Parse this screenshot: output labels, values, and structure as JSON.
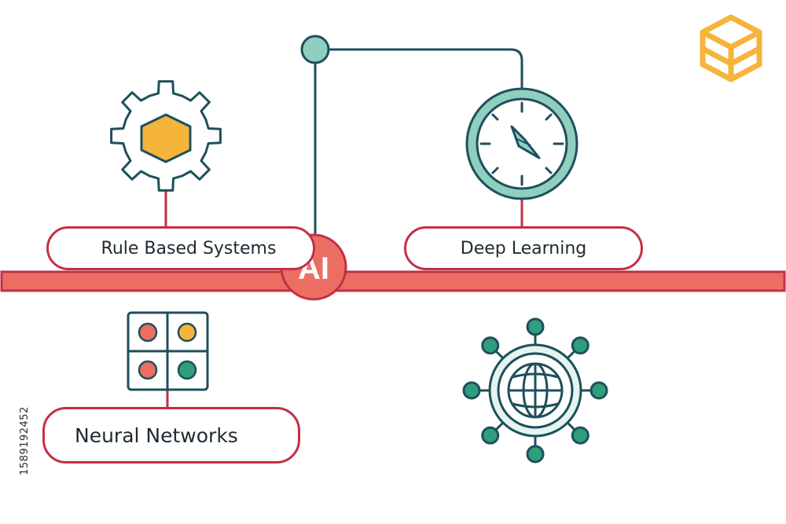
{
  "nodes": {
    "center": {
      "label": "AI"
    },
    "rule_based": {
      "label": "Rule Based Systems",
      "icon": "gear-icon"
    },
    "deep_learning": {
      "label": "Deep Learning",
      "icon": "compass-icon"
    },
    "neural_networks": {
      "label": "Neural Networks",
      "icon": "grid-dots-icon"
    },
    "global_network": {
      "icon": "globe-network-icon"
    }
  },
  "watermark": {
    "stock_id": "1589192452"
  },
  "colors": {
    "red": "#c42f45",
    "coral": "#ec6e63",
    "teal": "#1f4f5c",
    "mint": "#8fcfc0",
    "mint_light": "#e4f4ef",
    "amber": "#f5b43a",
    "white": "#ffffff"
  }
}
